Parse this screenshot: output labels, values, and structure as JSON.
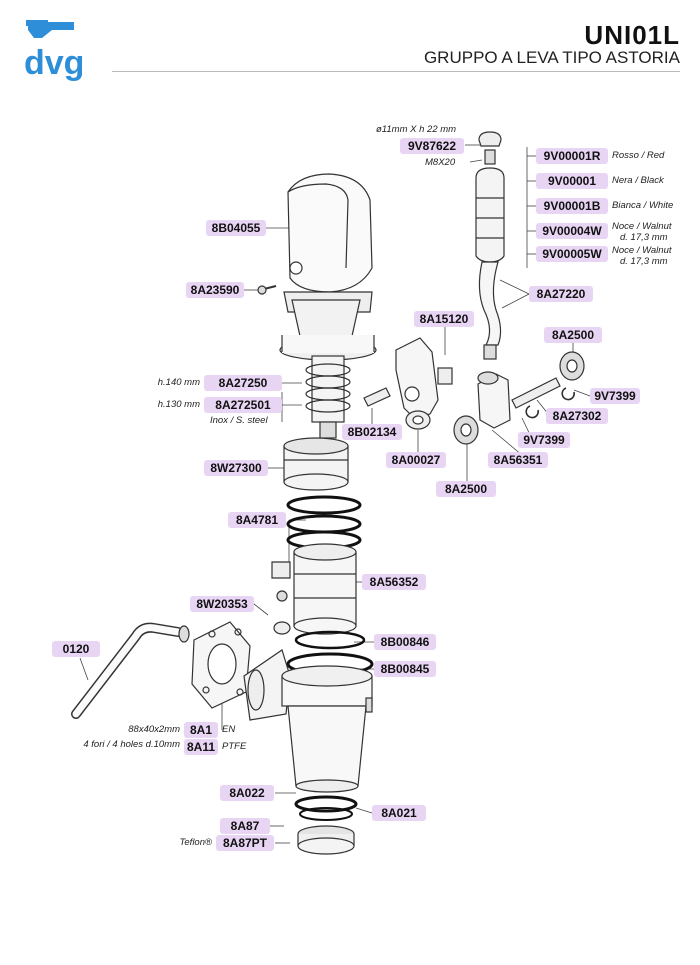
{
  "header": {
    "logo_text": "dvg",
    "model": "UNI01L",
    "subtitle": "GRUPPO A LEVA TIPO ASTORIA"
  },
  "colors": {
    "label_bg": "#e8d5f4",
    "logo": "#2e8fd8",
    "line": "#333333"
  },
  "parts": {
    "p9V87622": "9V87622",
    "p9V00001R": "9V00001R",
    "p9V00001": "9V00001",
    "p9V00001B": "9V00001B",
    "p9V00004W": "9V00004W",
    "p9V00005W": "9V00005W",
    "p8B04055": "8B04055",
    "p8A23590": "8A23590",
    "p8A27220": "8A27220",
    "p8A15120": "8A15120",
    "p8A2500a": "8A2500",
    "p9V7399a": "9V7399",
    "p8A27250": "8A27250",
    "p8A272501": "8A272501",
    "p8A27302": "8A27302",
    "p8B02134": "8B02134",
    "p9V7399b": "9V7399",
    "p8A00027": "8A00027",
    "p8A56351": "8A56351",
    "p8W27300": "8W27300",
    "p8A2500b": "8A2500",
    "p8A4781": "8A4781",
    "p8A56352": "8A56352",
    "p8W20353": "8W20353",
    "p0120": "0120",
    "p8B00846": "8B00846",
    "p8B00845": "8B00845",
    "p8A1": "8A1",
    "p8A11": "8A11",
    "p8A022": "8A022",
    "p8A021": "8A021",
    "p8A87": "8A87",
    "p8A87PT": "8A87PT"
  },
  "notes": {
    "size_9V87622": "ø11mm X h 22 mm",
    "screw": "M8X20",
    "rosso": "Rosso / Red",
    "nera": "Nera / Black",
    "bianca": "Bianca / White",
    "noce1": "Noce / Walnut",
    "noce1d": "d. 17,3 mm",
    "noce2": "Noce / Walnut",
    "noce2d": "d. 17,3 mm",
    "h140": "h.140 mm",
    "h130": "h.130 mm",
    "inox": "Inox / S. steel",
    "dim_8A1": "88x40x2mm",
    "holes": "4 fori / 4 holes d.10mm",
    "en": "EN",
    "ptfe": "PTFE",
    "teflon": "Teflon®"
  }
}
